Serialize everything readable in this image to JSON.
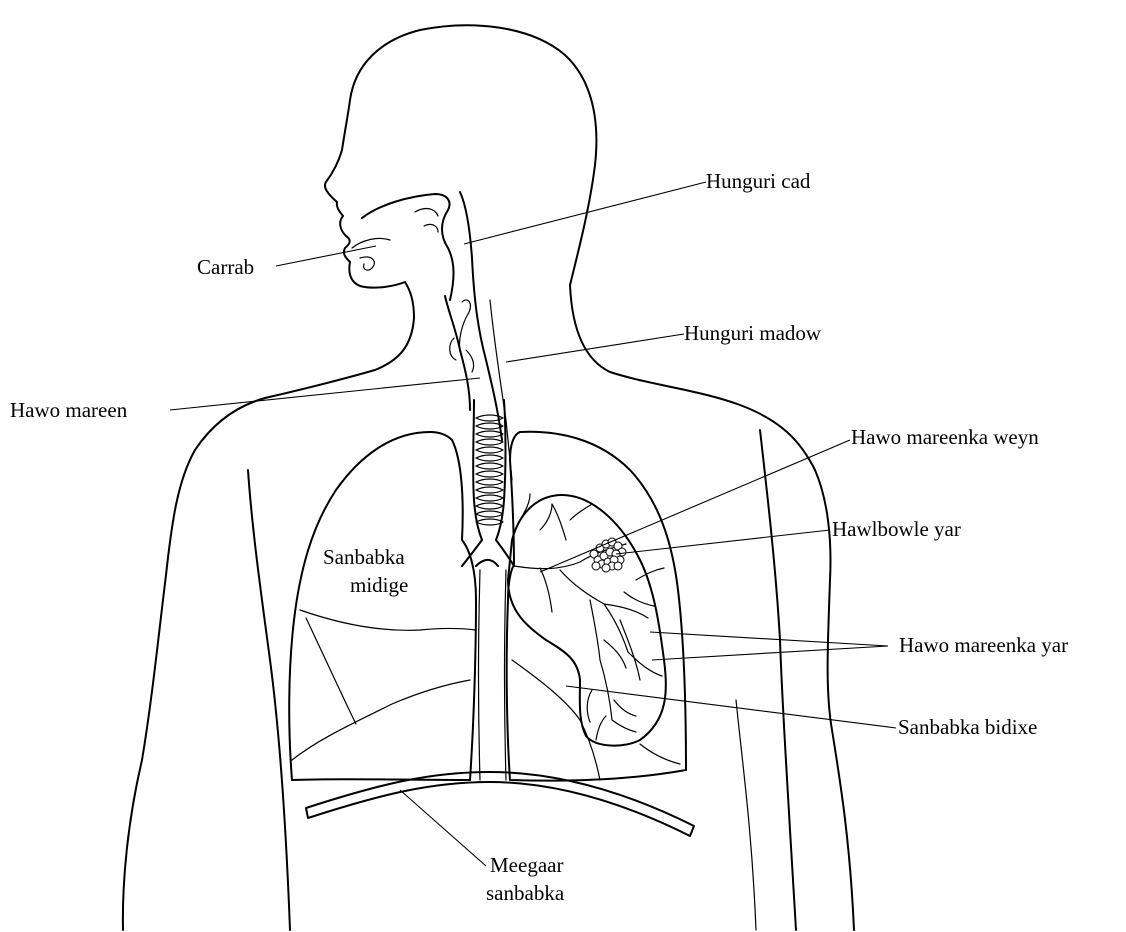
{
  "labels": {
    "hunguri_cad": "Hunguri cad",
    "carrab": "Carrab",
    "hunguri_madow": "Hunguri madow",
    "hawo_mareen": "Hawo mareen",
    "hawo_mareenka_weyn": "Hawo mareenka weyn",
    "hawlbowle_yar": "Hawlbowle yar",
    "sanbabka_midige_line1": "Sanbabka",
    "sanbabka_midige_line2": "midige",
    "hawo_mareenka_yar": "Hawo mareenka yar",
    "sanbabka_bidixe": "Sanbabka bidixe",
    "meegaar_sanbabka_line1": "Meegaar",
    "meegaar_sanbabka_line2": "sanbabka"
  }
}
